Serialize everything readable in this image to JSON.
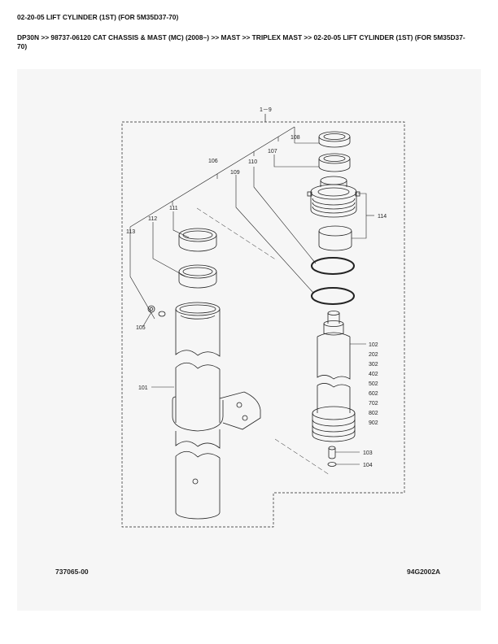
{
  "page": {
    "title": "02-20-05 LIFT CYLINDER (1ST) (FOR 5M35D37-70)",
    "breadcrumb": "DP30N >> 98737-06120 CAT CHASSIS & MAST (MC) (2008~) >> MAST >> TRIPLEX MAST >> 02-20-05 LIFT CYLINDER (1ST) (FOR 5M35D37-70)"
  },
  "diagram": {
    "assembly_label": "1－9",
    "part_labels": {
      "p101": "101",
      "p102": "102",
      "p103": "103",
      "p104": "104",
      "p105": "105",
      "p106": "106",
      "p107": "107",
      "p108": "108",
      "p109": "109",
      "p110": "110",
      "p111": "111",
      "p112": "112",
      "p113": "113",
      "p114": "114"
    },
    "piston_variants": [
      "202",
      "302",
      "402",
      "502",
      "602",
      "702",
      "802",
      "902"
    ],
    "footer_left": "737065-00",
    "footer_right": "94G2002A"
  }
}
